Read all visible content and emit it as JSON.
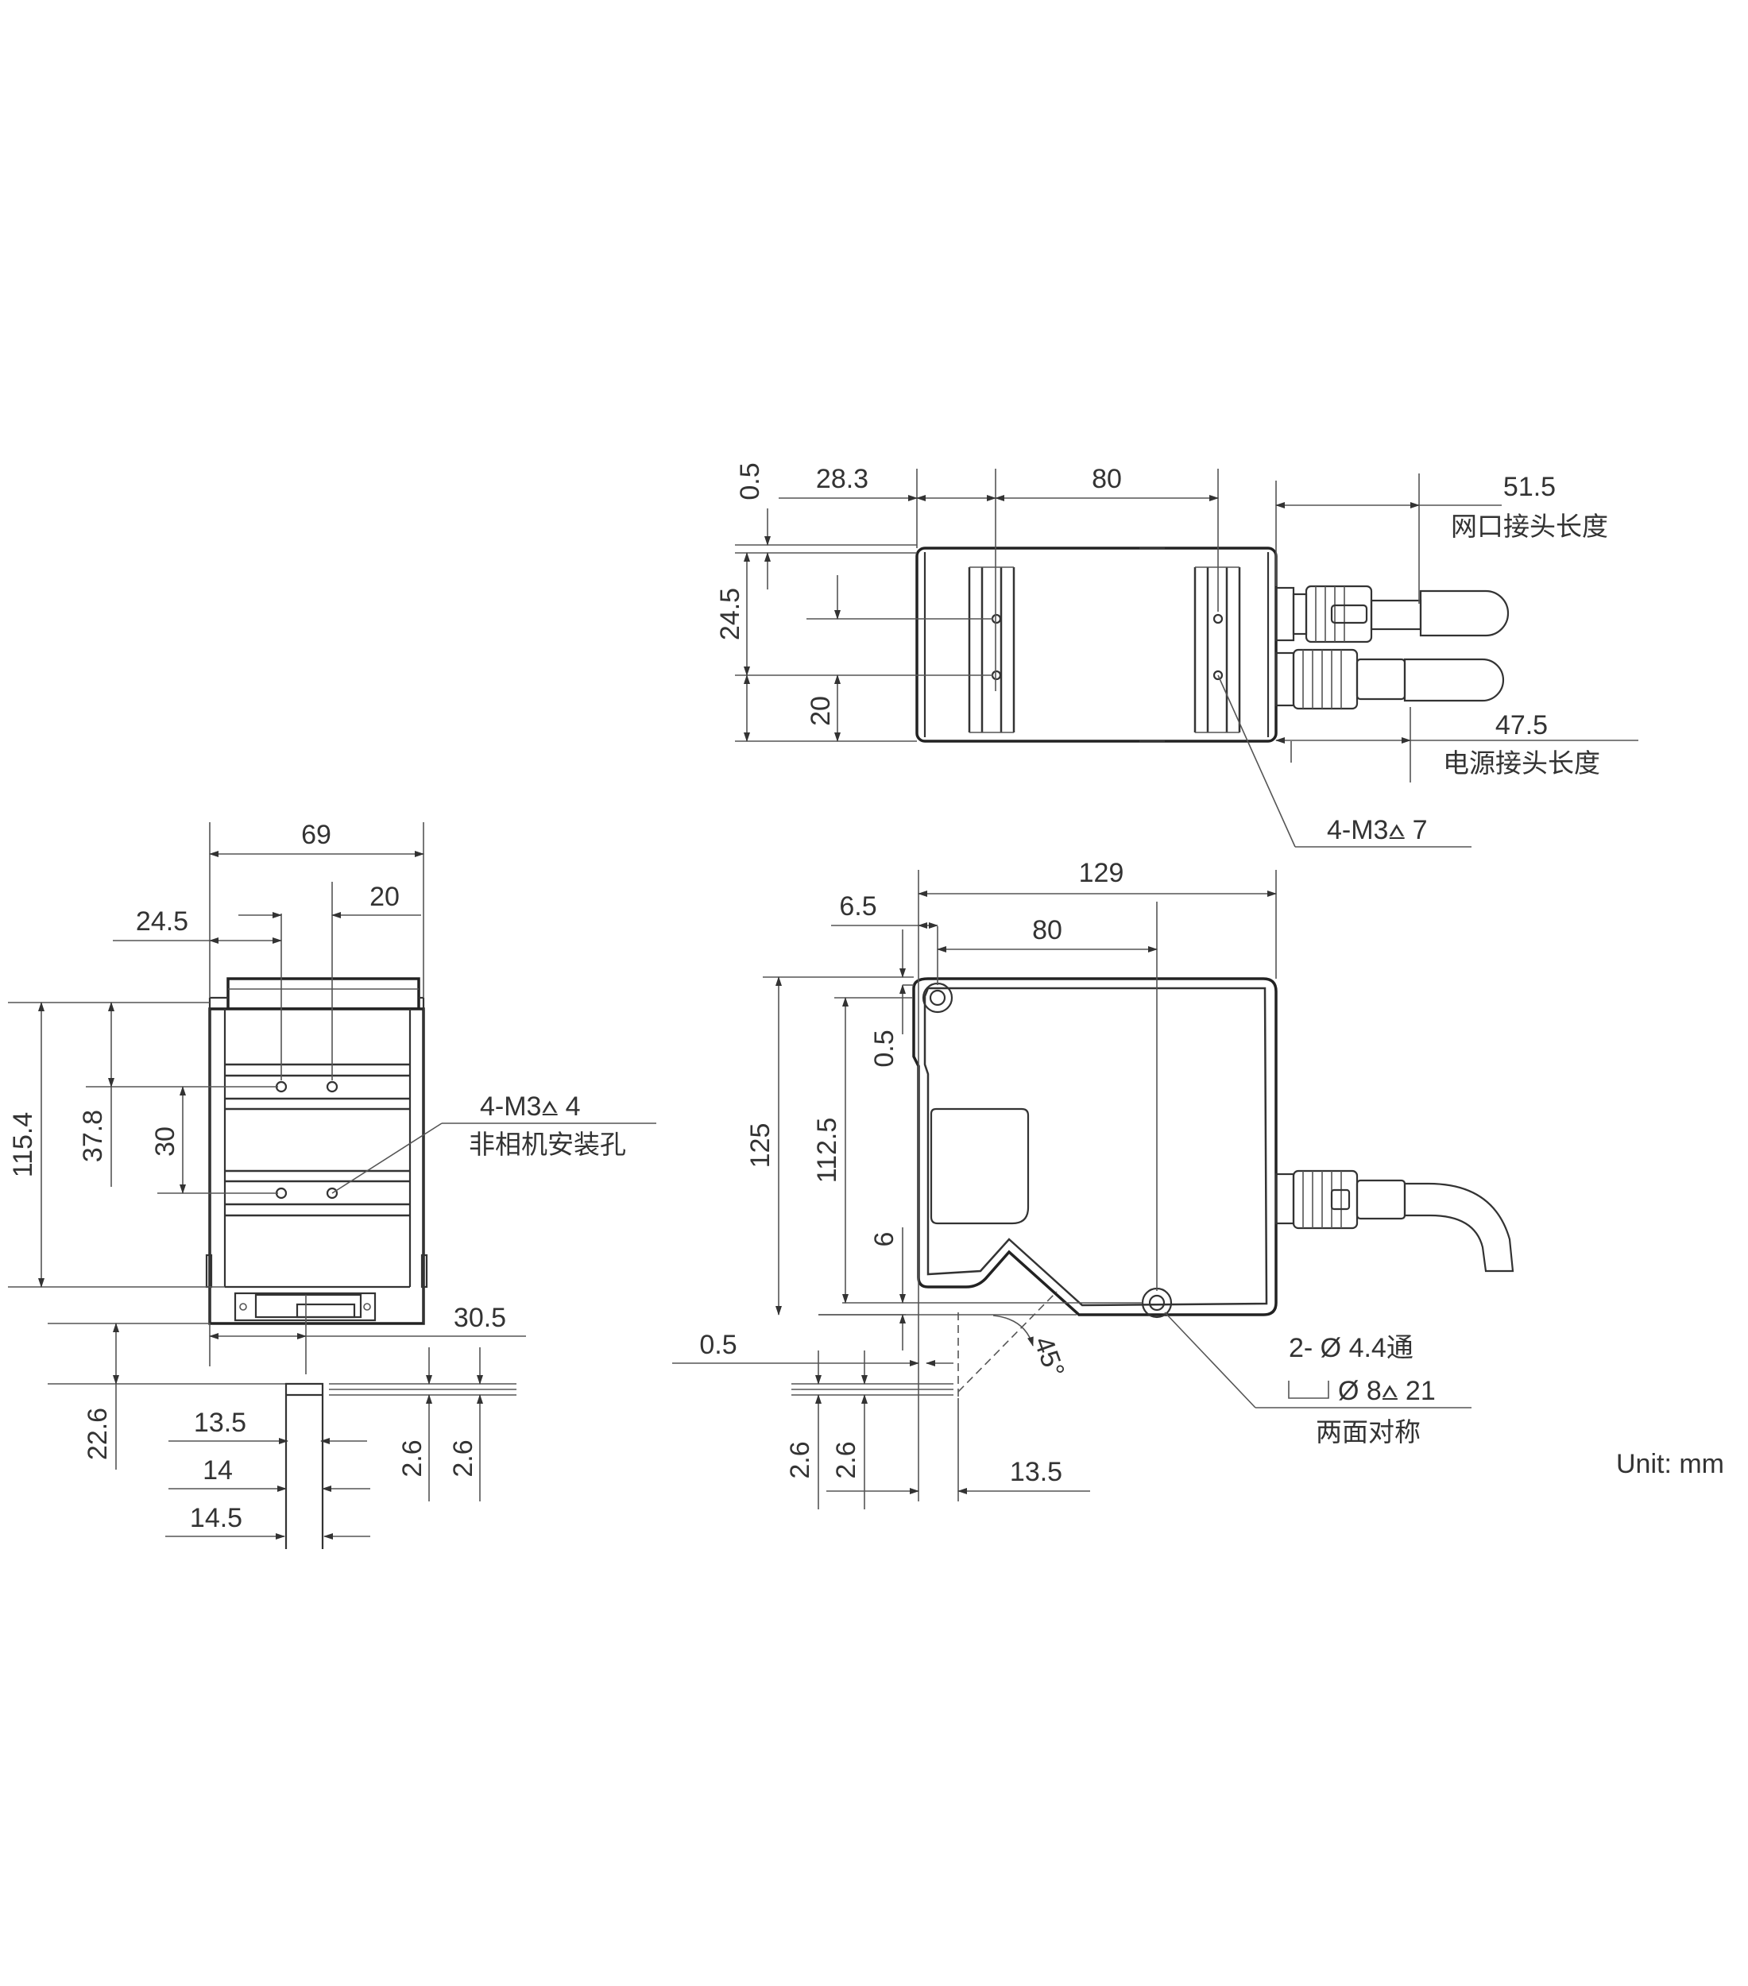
{
  "unit_label": "Unit: mm",
  "top_view": {
    "dims": {
      "d0_5": "0.5",
      "d28_3": "28.3",
      "d80": "80",
      "d51_5": "51.5",
      "d24_5": "24.5",
      "d20": "20",
      "d47_5": "47.5"
    },
    "labels": {
      "ethernet_len": "网口接头长度",
      "power_len": "电源接头长度",
      "hole_spec": "4-M3⩟ 7"
    }
  },
  "side_view": {
    "dims": {
      "d69": "69",
      "d24_5": "24.5",
      "d20": "20",
      "d115_4": "115.4",
      "d37_8": "37.8",
      "d30": "30",
      "d30_5": "30.5",
      "d22_6": "22.6",
      "d13_5": "13.5",
      "d14": "14",
      "d14_5": "14.5",
      "d2_6a": "2.6",
      "d2_6b": "2.6"
    },
    "labels": {
      "hole_spec": "4-M3⩟ 4",
      "hole_desc": "非相机安装孔"
    }
  },
  "front_view": {
    "dims": {
      "d129": "129",
      "d6_5": "6.5",
      "d80": "80",
      "d125": "125",
      "d112_5": "112.5",
      "d0_5_top": "0.5",
      "d6": "6",
      "d0_5_bot": "0.5",
      "d45": "45°",
      "d2_6a": "2.6",
      "d2_6b": "2.6",
      "d13_5": "13.5"
    },
    "labels": {
      "hole_through": "2- Ø  4.4通",
      "counterbore": "Ø 8⩟ 21",
      "both_sides": "两面对称"
    }
  }
}
